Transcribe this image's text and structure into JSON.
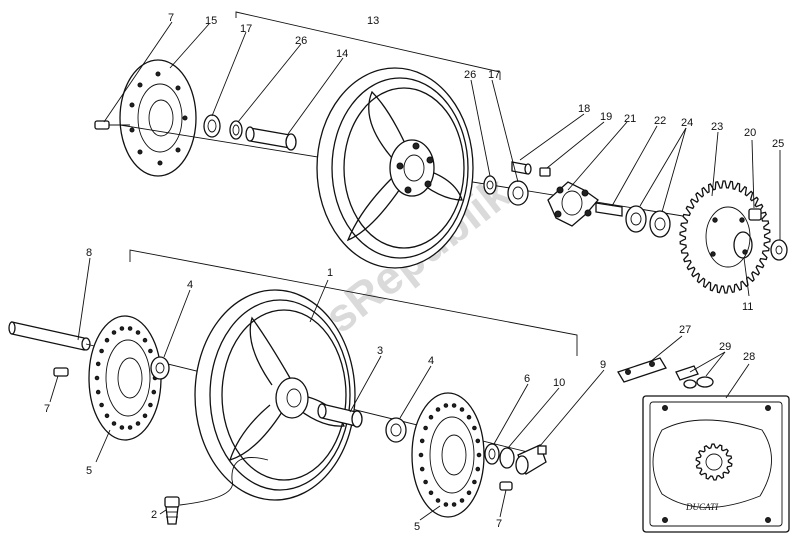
{
  "callouts": {
    "c1": "1",
    "c2": "2",
    "c3": "3",
    "c4a": "4",
    "c4b": "4",
    "c5a": "5",
    "c5b": "5",
    "c6": "6",
    "c7a": "7",
    "c7b": "7",
    "c7c": "7",
    "c8": "8",
    "c9": "9",
    "c10": "10",
    "c11": "11",
    "c13": "13",
    "c14": "14",
    "c15": "15",
    "c17a": "17",
    "c17b": "17",
    "c18": "18",
    "c19": "19",
    "c20": "20",
    "c21": "21",
    "c22": "22",
    "c23": "23",
    "c24": "24",
    "c25": "25",
    "c26a": "26",
    "c26b": "26",
    "c27": "27",
    "c28": "28",
    "c29": "29"
  },
  "watermark": "PartsRepublik",
  "plate_logo": "DUCATI"
}
